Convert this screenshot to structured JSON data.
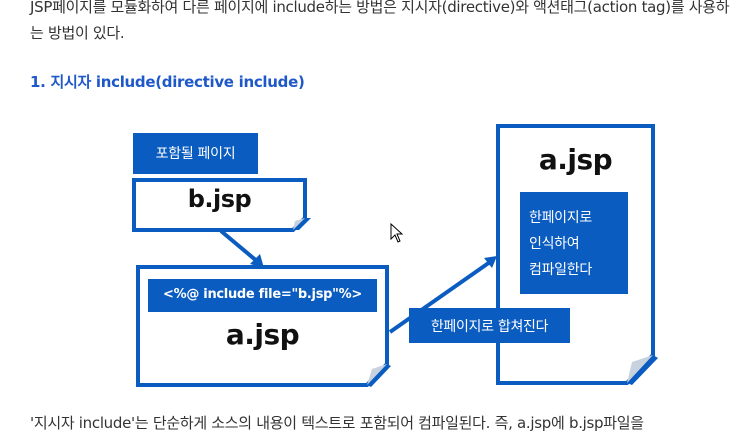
{
  "intro": {
    "text": "JSP페이지를 모듈화하여 다른 페이지에 include하는 방법은 지시자(directive)와 액션태그(action tag)를 사용하는 방법이 있다."
  },
  "section": {
    "heading": "1. 지시자 include(directive include)"
  },
  "diagram": {
    "included_label": "포함될 페이지",
    "included_file": "b.jsp",
    "directive_code": "<%@  include file=\"b.jsp\"%>",
    "host_file": "a.jsp",
    "merge_label": "한페이지로 합쳐진다",
    "result_file": "a.jsp",
    "result_desc": [
      "한페이지로",
      "인식하여",
      "컴파일한다"
    ],
    "colors": {
      "primary_blue": "#0a5cc0",
      "border_blue": "#0a5cc0",
      "fold_fill": "#c8d2de"
    }
  },
  "explanation": {
    "text": "'지시자 include'는 단순하게 소스의 내용이 텍스트로 포함되어 컴파일된다. 즉, a.jsp에 b.jsp파일을"
  }
}
